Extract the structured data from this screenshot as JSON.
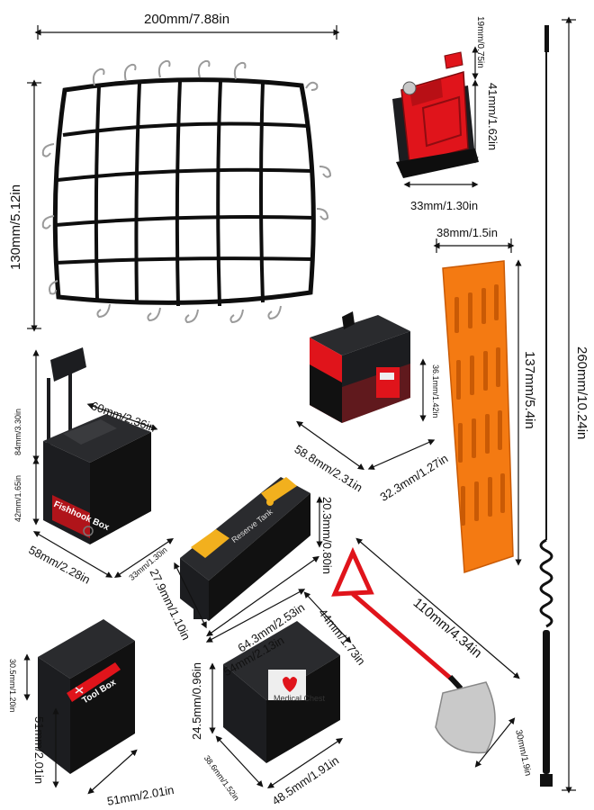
{
  "labels": {
    "net_width": "200mm/7.88in",
    "net_height": "130mm/5.12in",
    "jerry_top": "19mm/0.75in",
    "jerry_height": "41mm/1.62in",
    "jerry_width": "33mm/1.30in",
    "ladder_width": "38mm/1.5in",
    "ladder_height": "137mm/5.4in",
    "antenna_height": "260mm/10.24in",
    "red_box_height": "36.1mm/1.42in",
    "red_box_width": "58.8mm/2.31in",
    "red_box_depth": "32.3mm/1.27in",
    "fish_top": "60mm/2.36in",
    "fish_upper": "84mm/3.30in",
    "fish_lower": "42mm/1.65in",
    "fish_width": "58mm/2.28in",
    "fish_depth": "33mm/1.30in",
    "reserve_height": "20.3mm/0.80in",
    "reserve_width": "64.3mm/2.53in",
    "reserve_depth": "27.9mm/1.10in",
    "shovel_length": "110mm/4.34in",
    "shovel_blade": "30mm/1.9in",
    "medical_width": "54mm/2.13in",
    "medical_depth": "44mm/1.73in",
    "medical_height": "24.5mm/0.96in",
    "medical_base_depth": "38.6mm/1.52in",
    "medical_base_width": "48.5mm/1.91in",
    "tool_height_upper": "30.5mm/1.20in",
    "tool_height_lower": "51mm/2.01in",
    "tool_width": "51mm/2.01in"
  },
  "product_text": {
    "fishhook": "Fishhook Box",
    "reserve": "Reserve Tank",
    "toolbox": "Tool Box",
    "medical": "Medical Chest"
  },
  "colors": {
    "black_part": "#1c1d20",
    "red_part": "#e0141b",
    "orange_part": "#f47a12",
    "silver": "#c9c9c9"
  }
}
